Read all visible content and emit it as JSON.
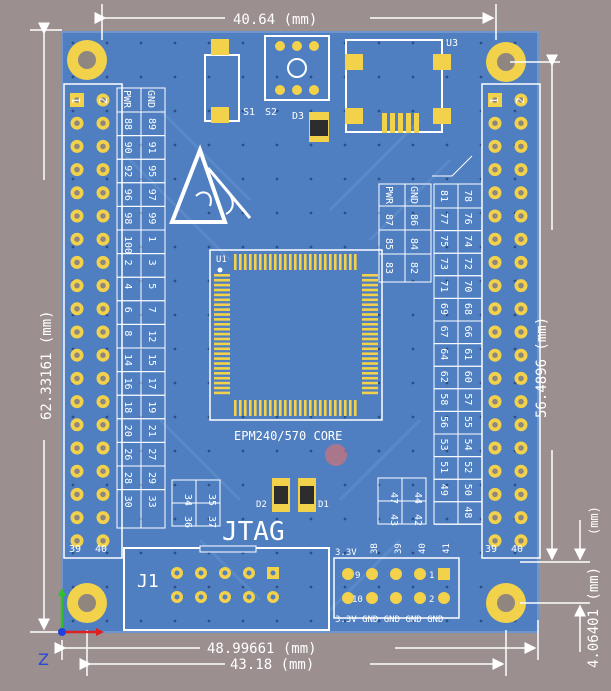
{
  "dimensions": {
    "top": "40.64 (mm)",
    "left": "62.33161 (mm)",
    "right_upper": "56.4896 (mm)",
    "right_lower_a": "(mm)",
    "right_lower_b": "4.06401 (mm)",
    "bottom_a": "48.99661 (mm)",
    "bottom_b": "43.18 (mm)"
  },
  "silk": {
    "core": "EPM240/570 CORE",
    "jtag": "JTAG",
    "j1": "J1",
    "u1": "U1",
    "u3": "U3",
    "s1": "S1",
    "s2": "S2",
    "d1": "D1",
    "d2": "D2",
    "d3": "D3",
    "pin1": "1",
    "pin2": "2",
    "pin39": "39",
    "pin40": "40"
  },
  "left_table": {
    "header": [
      "PWR",
      "GND",
      "PWR",
      "GND"
    ],
    "cols": [
      [
        "88",
        "90",
        "92",
        "96",
        "98",
        "100",
        "2",
        "4",
        "6",
        "8",
        "14",
        "16",
        "18",
        "20",
        "26",
        "28",
        "30"
      ],
      [
        "89",
        "91",
        "95",
        "97",
        "99",
        "1",
        "3",
        "5",
        "7",
        "12",
        "15",
        "17",
        "19",
        "21",
        "27",
        "29",
        "33"
      ]
    ],
    "box": [
      [
        "34",
        "35"
      ],
      [
        "36",
        "37"
      ]
    ]
  },
  "right_table": {
    "top_header": [
      "PWR",
      "GND"
    ],
    "top_rows": [
      [
        "87",
        "86"
      ],
      [
        "85",
        "84"
      ],
      [
        "83",
        "82"
      ]
    ],
    "cols": [
      [
        "81",
        "77",
        "75",
        "73",
        "71",
        "69",
        "67",
        "64",
        "62",
        "58",
        "56",
        "53",
        "51",
        "49"
      ],
      [
        "78",
        "76",
        "74",
        "72",
        "70",
        "68",
        "66",
        "61",
        "60",
        "57",
        "55",
        "54",
        "52",
        "50",
        "48"
      ]
    ],
    "box": [
      [
        "47",
        "44"
      ],
      [
        "43",
        "42"
      ]
    ]
  },
  "jtag_header": {
    "top": [
      "3.3V",
      "3B",
      "39",
      "40",
      "41"
    ],
    "bottom": "3.3V GND GND GND GND",
    "pin9": "9",
    "pin1": "1",
    "pin10": "10",
    "pin2": "2"
  },
  "axis": {
    "z": "Z"
  }
}
